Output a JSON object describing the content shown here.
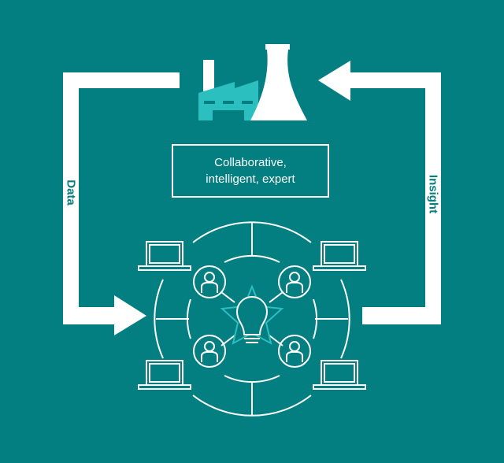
{
  "box": {
    "line1": "Collaborative,",
    "line2": "intelligent, expert"
  },
  "labels": {
    "left": "Data",
    "right": "Insight"
  },
  "colors": {
    "background": "#037f82",
    "accent": "#2bbfbf",
    "foreground": "#ffffff"
  },
  "icons": [
    "factory-icon",
    "cooling-tower-icon",
    "laptop-icon",
    "person-icon",
    "lightbulb-icon",
    "star-icon",
    "arrow-icon"
  ]
}
